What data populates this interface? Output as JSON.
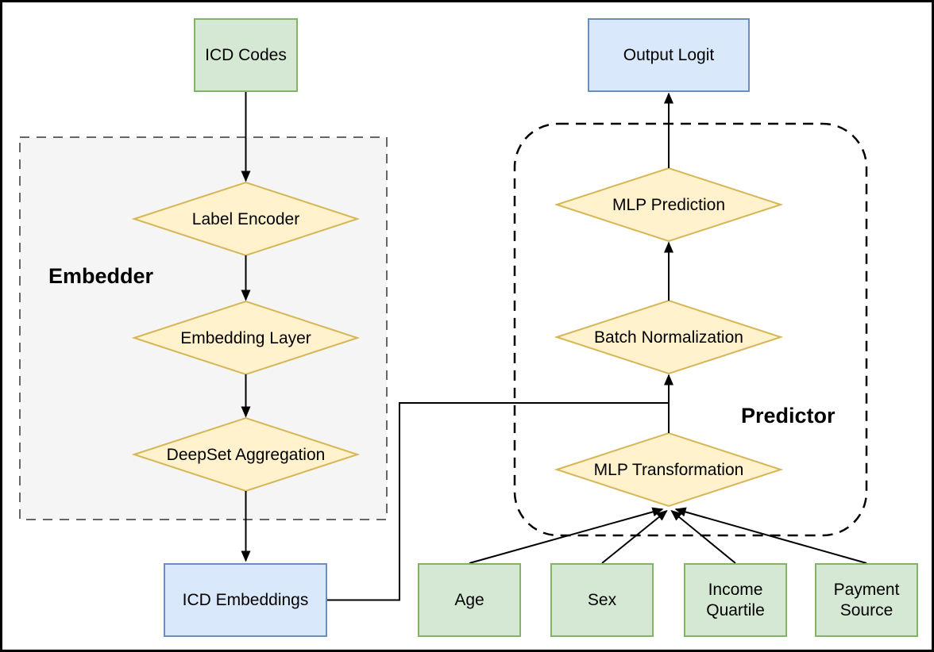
{
  "diagram": {
    "type": "flowchart",
    "groups": {
      "embedder": {
        "label": "Embedder"
      },
      "predictor": {
        "label": "Predictor"
      }
    },
    "nodes": {
      "icd_codes": {
        "label": "ICD Codes",
        "shape": "rectangle",
        "color": "green"
      },
      "label_encoder": {
        "label": "Label Encoder",
        "shape": "diamond",
        "color": "yellow",
        "group": "embedder"
      },
      "embedding_layer": {
        "label": "Embedding Layer",
        "shape": "diamond",
        "color": "yellow",
        "group": "embedder"
      },
      "deepset_aggregation": {
        "label": "DeepSet Aggregation",
        "shape": "diamond",
        "color": "yellow",
        "group": "embedder"
      },
      "icd_embeddings": {
        "label": "ICD Embeddings",
        "shape": "rectangle",
        "color": "blue"
      },
      "output_logit": {
        "label": "Output Logit",
        "shape": "rectangle",
        "color": "blue"
      },
      "mlp_prediction": {
        "label": "MLP Prediction",
        "shape": "diamond",
        "color": "yellow",
        "group": "predictor"
      },
      "batch_normalization": {
        "label": "Batch Normalization",
        "shape": "diamond",
        "color": "yellow",
        "group": "predictor"
      },
      "mlp_transformation": {
        "label": "MLP Transformation",
        "shape": "diamond",
        "color": "yellow",
        "group": "predictor"
      },
      "age": {
        "label": "Age",
        "shape": "rectangle",
        "color": "green"
      },
      "sex": {
        "label": "Sex",
        "shape": "rectangle",
        "color": "green"
      },
      "income_quartile": {
        "label": "Income Quartile",
        "shape": "rectangle",
        "color": "green"
      },
      "payment_source": {
        "label": "Payment Source",
        "shape": "rectangle",
        "color": "green"
      }
    },
    "edges": [
      {
        "from": "icd_codes",
        "to": "label_encoder"
      },
      {
        "from": "label_encoder",
        "to": "embedding_layer"
      },
      {
        "from": "embedding_layer",
        "to": "deepset_aggregation"
      },
      {
        "from": "deepset_aggregation",
        "to": "icd_embeddings"
      },
      {
        "from": "icd_embeddings",
        "to": "batch_normalization"
      },
      {
        "from": "mlp_transformation",
        "to": "batch_normalization"
      },
      {
        "from": "batch_normalization",
        "to": "mlp_prediction"
      },
      {
        "from": "mlp_prediction",
        "to": "output_logit"
      },
      {
        "from": "age",
        "to": "mlp_transformation"
      },
      {
        "from": "sex",
        "to": "mlp_transformation"
      },
      {
        "from": "income_quartile",
        "to": "mlp_transformation"
      },
      {
        "from": "payment_source",
        "to": "mlp_transformation"
      }
    ],
    "colors": {
      "green_fill": "#d5e8d4",
      "green_border": "#82b366",
      "blue_fill": "#dae8fc",
      "blue_border": "#6c8ebf",
      "yellow_fill": "#fff2cc",
      "yellow_border": "#d6b656",
      "embedder_fill": "#f5f5f5",
      "embedder_border": "#666666",
      "predictor_border": "#000000",
      "arrow": "#000000"
    }
  }
}
